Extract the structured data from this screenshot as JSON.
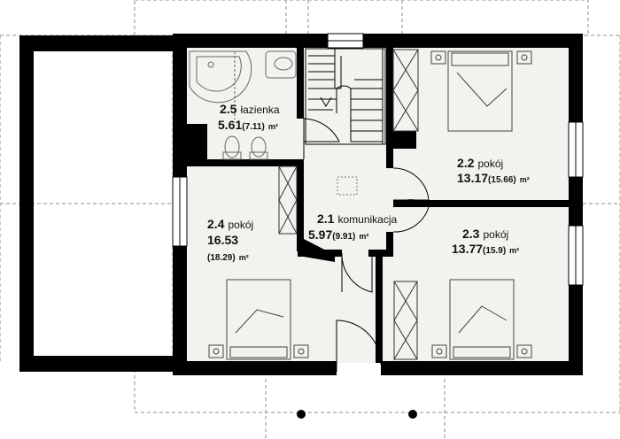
{
  "colors": {
    "wall": "#000000",
    "floor": "#f2f2ee",
    "dashed": "#8c8c8c",
    "fixture": "#666666"
  },
  "rooms": [
    {
      "id": "2.5",
      "name": "łazienka",
      "area": "5.61",
      "gross": "(7.11)",
      "unit": "m²"
    },
    {
      "id": "2.2",
      "name": "pokój",
      "area": "13.17",
      "gross": "(15.66)",
      "unit": "m²"
    },
    {
      "id": "2.1",
      "name": "komunikacja",
      "area": "5.97",
      "gross": "(9.91)",
      "unit": "m²"
    },
    {
      "id": "2.4",
      "name": "pokój",
      "area": "16.53",
      "gross": "(18.29)",
      "unit": "m²"
    },
    {
      "id": "2.3",
      "name": "pokój",
      "area": "13.77",
      "gross": "(15.9)",
      "unit": "m²"
    }
  ]
}
